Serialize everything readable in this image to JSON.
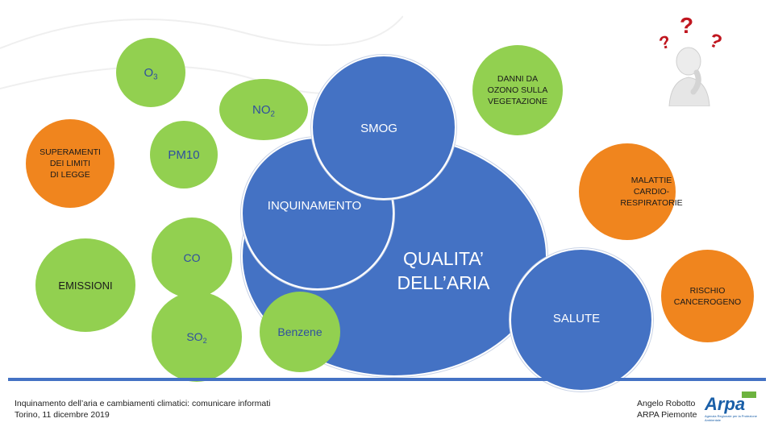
{
  "bubbles": {
    "o3": {
      "main": "O",
      "sub": "3"
    },
    "no2": {
      "main": "NO",
      "sub": "2"
    },
    "pm10": "PM10",
    "co": "CO",
    "so2": {
      "main": "SO",
      "sub": "2"
    },
    "benzene": "Benzene",
    "emissioni": "EMISSIONI",
    "superamenti": [
      "SUPERAMENTI",
      "DEI LIMITI",
      "DI LEGGE"
    ],
    "danni": [
      "DANNI DA",
      "OZONO SULLA",
      "VEGETAZIONE"
    ],
    "smog": "SMOG",
    "inquinamento": "INQUINAMENTO",
    "qualita": [
      "QUALITA’",
      "DELL’ARIA"
    ],
    "salute": "SALUTE",
    "malattie": [
      "MALATTIE",
      "CARDIO-RESPIRATORIE"
    ],
    "rischio": [
      "RISCHIO",
      "CANCEROGENO"
    ]
  },
  "footer": {
    "left_line1": "Inquinamento dell’aria e cambiamenti climatici: comunicare informati",
    "left_line2": "Torino, 11 dicembre 2019",
    "right_line1": "Angelo Robotto",
    "right_line2": "ARPA Piemonte",
    "logo_text": "Arpa",
    "logo_small": "Agenzia Regionale per la Protezione Ambientale"
  },
  "icons": {
    "question_marks": [
      "?",
      "?",
      "?"
    ]
  },
  "colors": {
    "blue": "#4472c4",
    "green": "#92d050",
    "orange": "#f0851e",
    "question": "#c0161f"
  }
}
